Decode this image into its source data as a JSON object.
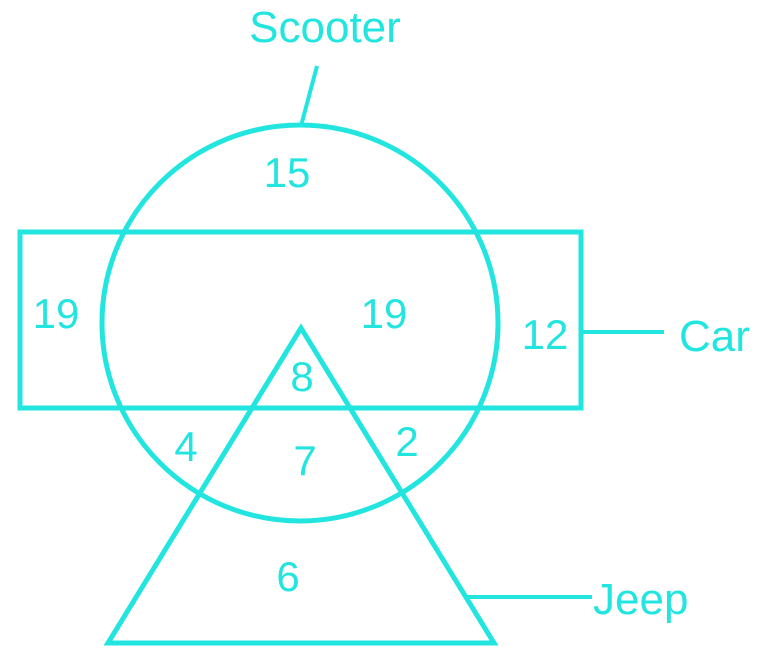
{
  "colors": {
    "stroke": "#22e5e0",
    "text": "#22e5e0",
    "background": "#ffffff"
  },
  "labels": {
    "scooter": "Scooter",
    "car": "Car",
    "jeep": "Jeep"
  },
  "regions": {
    "scooter_only": "15",
    "car_only": "19",
    "scooter_car": "19",
    "car_jeep_outside_scooter": "12",
    "all_three": "8",
    "scooter_jeep_left": "4",
    "scooter_jeep_center": "7",
    "scooter_jeep_right": "2",
    "jeep_only": "6"
  }
}
